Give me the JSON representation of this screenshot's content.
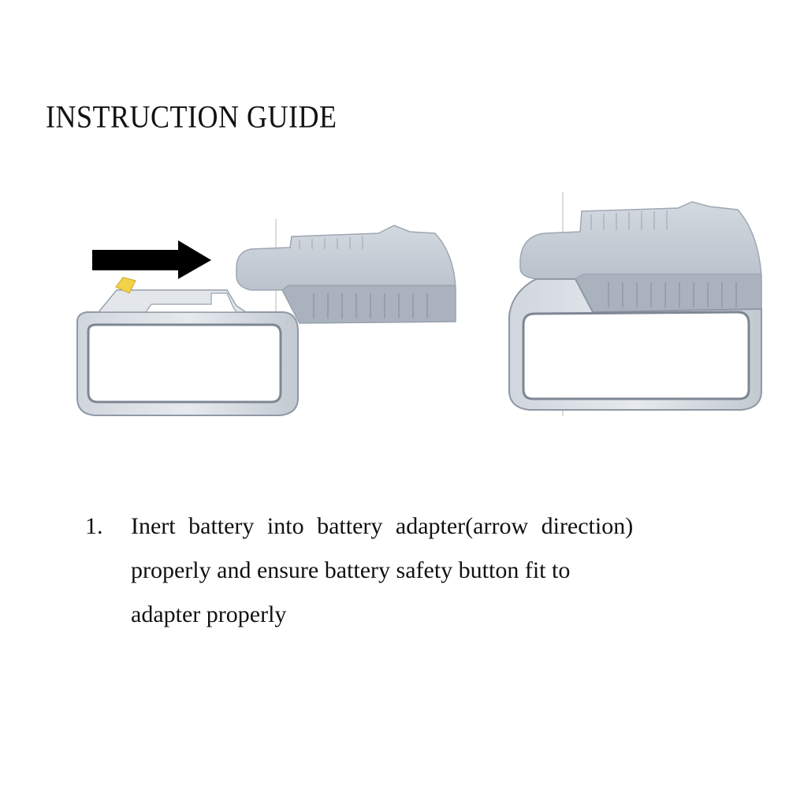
{
  "title": "INSTRUCTION GUIDE",
  "steps": [
    {
      "number": "1.",
      "lines": [
        "Inert battery into battery adapter(arrow direction)",
        "properly and ensure battery safety button fit to",
        "adapter properly"
      ]
    }
  ],
  "colors": {
    "arrow": "#000000",
    "adapter": "#c3cad3",
    "adapter_shade": "#a7b0bb",
    "battery_outline": "#9aa3ae",
    "safety_button": "#f2d24a"
  },
  "icons": {
    "direction": "arrow-right-icon"
  }
}
